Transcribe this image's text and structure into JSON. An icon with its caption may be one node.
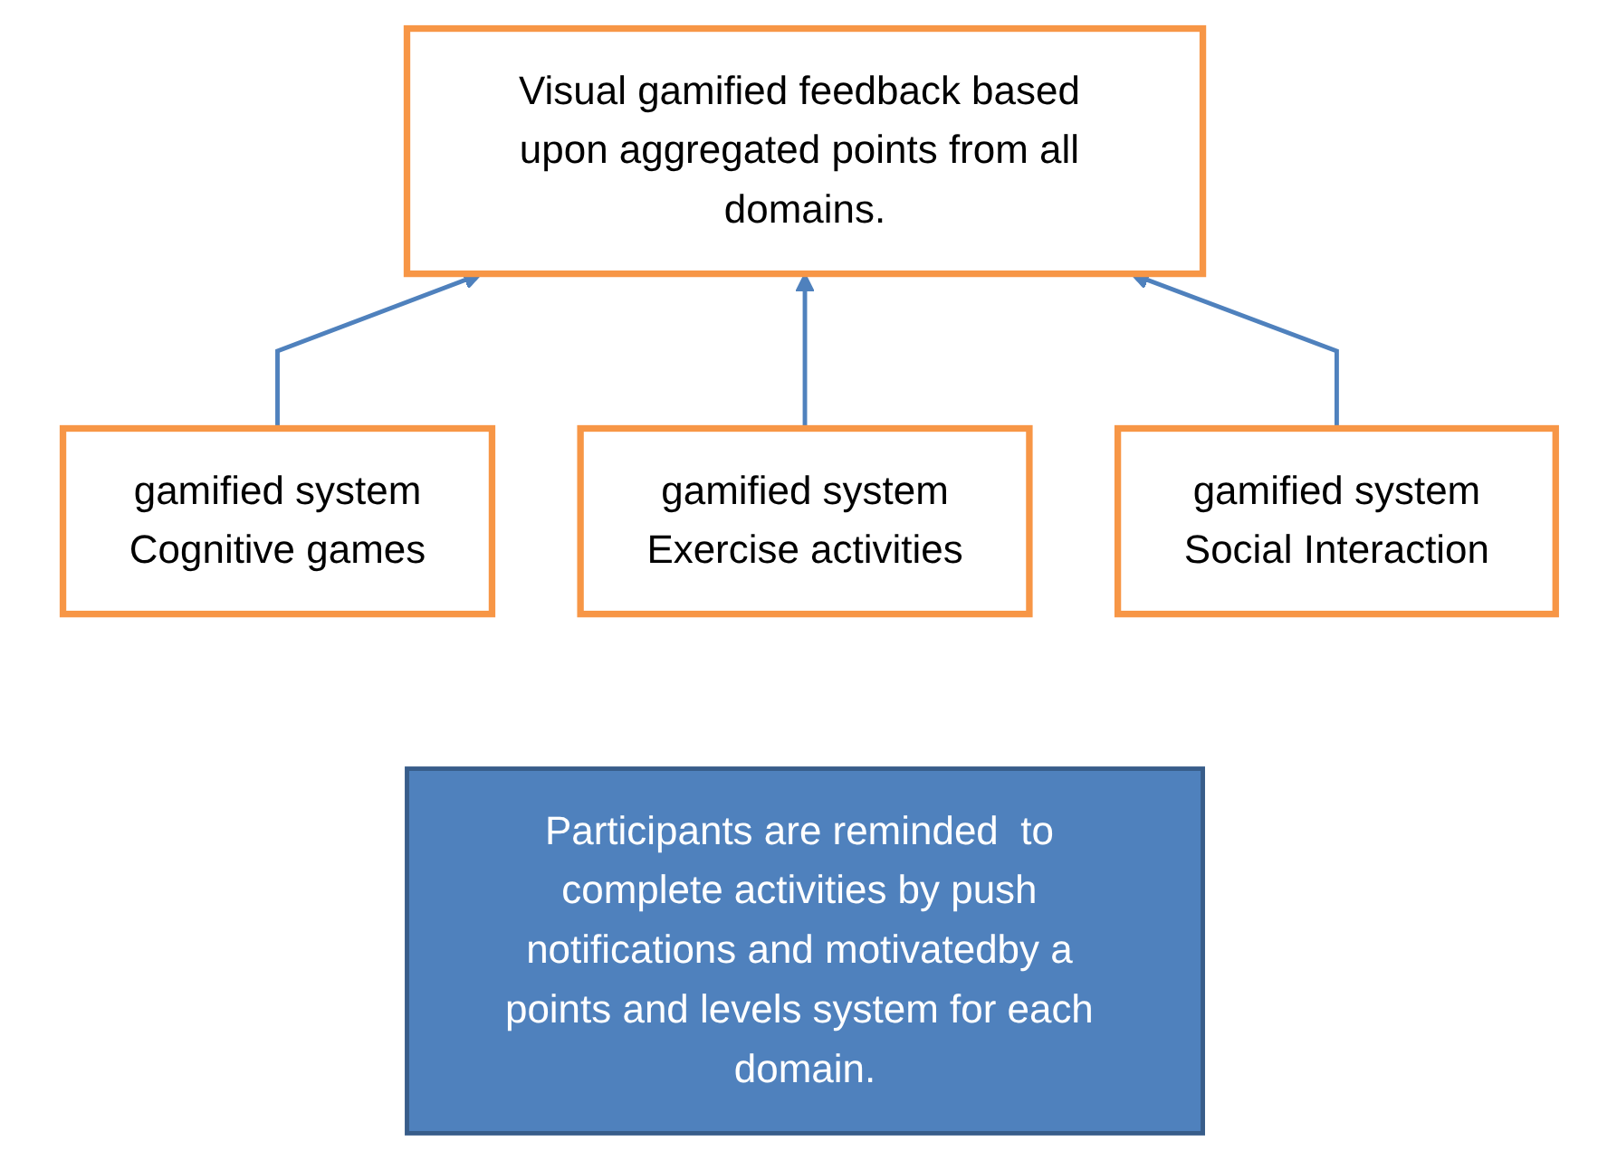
{
  "diagram": {
    "nodes": [
      {
        "text": [
          "Visual gamified feedback based upon aggregated points from all domains."
        ]
      },
      {
        "text": [
          "gamified system",
          "Cognitive games"
        ]
      },
      {
        "text": [
          "gamified system",
          "Exercise activities"
        ]
      },
      {
        "text": [
          "gamified system",
          "Social Interaction"
        ]
      },
      {
        "text": [
          "Participants are reminded  to complete activities by push notifications and motivatedby a points and levels system for each domain."
        ]
      }
    ],
    "edges": [
      {
        "from": 1,
        "to": 0,
        "arrow": "to"
      },
      {
        "from": 2,
        "to": 0,
        "arrow": "to"
      },
      {
        "from": 3,
        "to": 0,
        "arrow": "to"
      }
    ]
  }
}
